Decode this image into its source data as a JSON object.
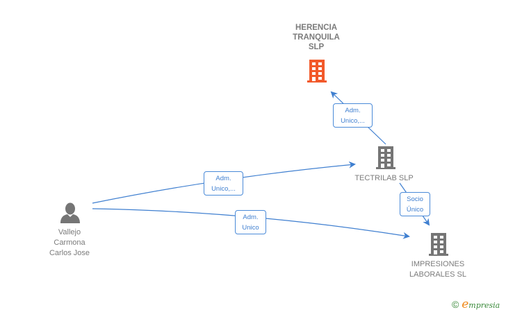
{
  "nodes": {
    "herencia": {
      "label_lines": [
        "HERENCIA",
        "TRANQUILA",
        "SLP"
      ],
      "type": "company",
      "highlighted": true,
      "color": "#f2592a"
    },
    "tectrilab": {
      "label": "TECTRILAB SLP",
      "type": "company",
      "color": "#757575"
    },
    "impresiones": {
      "label_lines": [
        "IMPRESIONES",
        "LABORALES SL"
      ],
      "type": "company",
      "color": "#757575"
    },
    "person": {
      "label_lines": [
        "Vallejo",
        "Carmona",
        "Carlos Jose"
      ],
      "type": "person",
      "color": "#757575"
    }
  },
  "edges": [
    {
      "from": "tectrilab",
      "to": "herencia",
      "label_lines": [
        "Adm.",
        "Unico,..."
      ]
    },
    {
      "from": "person",
      "to": "tectrilab",
      "label_lines": [
        "Adm.",
        "Unico,..."
      ]
    },
    {
      "from": "person",
      "to": "impresiones",
      "label_lines": [
        "Adm.",
        "Unico"
      ]
    },
    {
      "from": "tectrilab",
      "to": "impresiones",
      "label_lines": [
        "Socio",
        "Único"
      ]
    }
  ],
  "colors": {
    "edge": "#3f7fd0",
    "text": "#7b7b7b"
  },
  "footer": {
    "copyright_symbol": "©",
    "brand_initial": "e",
    "brand_rest": "mpresia"
  }
}
